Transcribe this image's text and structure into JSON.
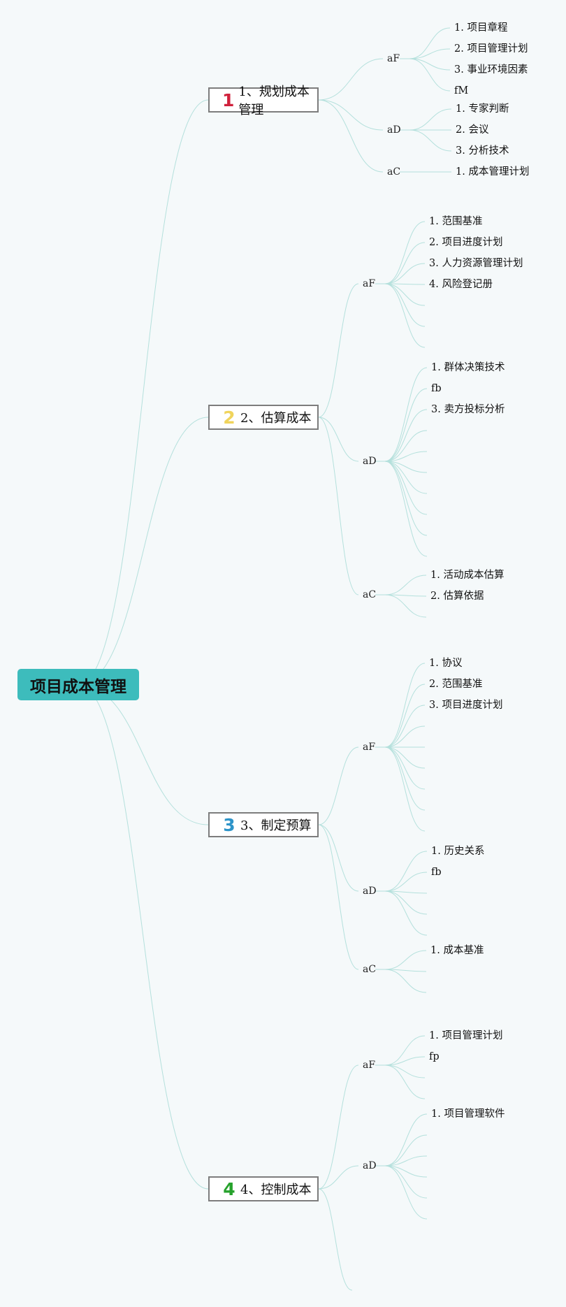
{
  "root": {
    "label": "项目成本管理"
  },
  "colors": {
    "link": "#b4e0dc",
    "root_bg": "#3dbcbc"
  },
  "processes": [
    {
      "badge": "1",
      "badge_color": "#d0213c",
      "label": "1、规划成本管理",
      "groups": [
        {
          "label": "aF",
          "items": [
            "1. 项目章程",
            "2. 项目管理计划",
            "3. 事业环境因素",
            "fM"
          ]
        },
        {
          "label": "aD",
          "items": [
            "1. 专家判断",
            "2. 会议",
            "3. 分析技术"
          ]
        },
        {
          "label": "aC",
          "items": [
            "1. 成本管理计划"
          ]
        }
      ]
    },
    {
      "badge": "2",
      "badge_color": "#f0d45c",
      "label": "2、估算成本",
      "groups": [
        {
          "label": "aF",
          "items": [
            "1. 范围基准",
            "2. 项目进度计划",
            "3. 人力资源管理计划",
            "4. 风险登记册",
            "",
            "",
            ""
          ]
        },
        {
          "label": "aD",
          "items": [
            "1. 群体决策技术",
            "fb",
            "3. 卖方投标分析",
            "",
            "",
            "",
            "",
            "",
            "",
            ""
          ]
        },
        {
          "label": "aC",
          "items": [
            "1. 活动成本估算",
            "2. 估算依据",
            ""
          ]
        }
      ]
    },
    {
      "badge": "3",
      "badge_color": "#2d94c9",
      "label": "3、制定预算",
      "groups": [
        {
          "label": "aF",
          "items": [
            "1. 协议",
            "2. 范围基准",
            "3. 项目进度计划",
            "",
            "",
            "",
            "",
            "",
            ""
          ]
        },
        {
          "label": "aD",
          "items": [
            "1. 历史关系",
            "fb",
            "",
            "",
            ""
          ]
        },
        {
          "label": "aC",
          "items": [
            "1. 成本基准",
            "",
            ""
          ]
        }
      ]
    },
    {
      "badge": "4",
      "badge_color": "#26a22c",
      "label": "4、控制成本",
      "groups": [
        {
          "label": "aF",
          "items": [
            "1. 项目管理计划",
            "fp",
            "",
            ""
          ]
        },
        {
          "label": "aD",
          "items": [
            "1. 项目管理软件",
            "",
            "",
            "",
            "",
            ""
          ]
        }
      ],
      "trailing_branches": 1
    }
  ]
}
